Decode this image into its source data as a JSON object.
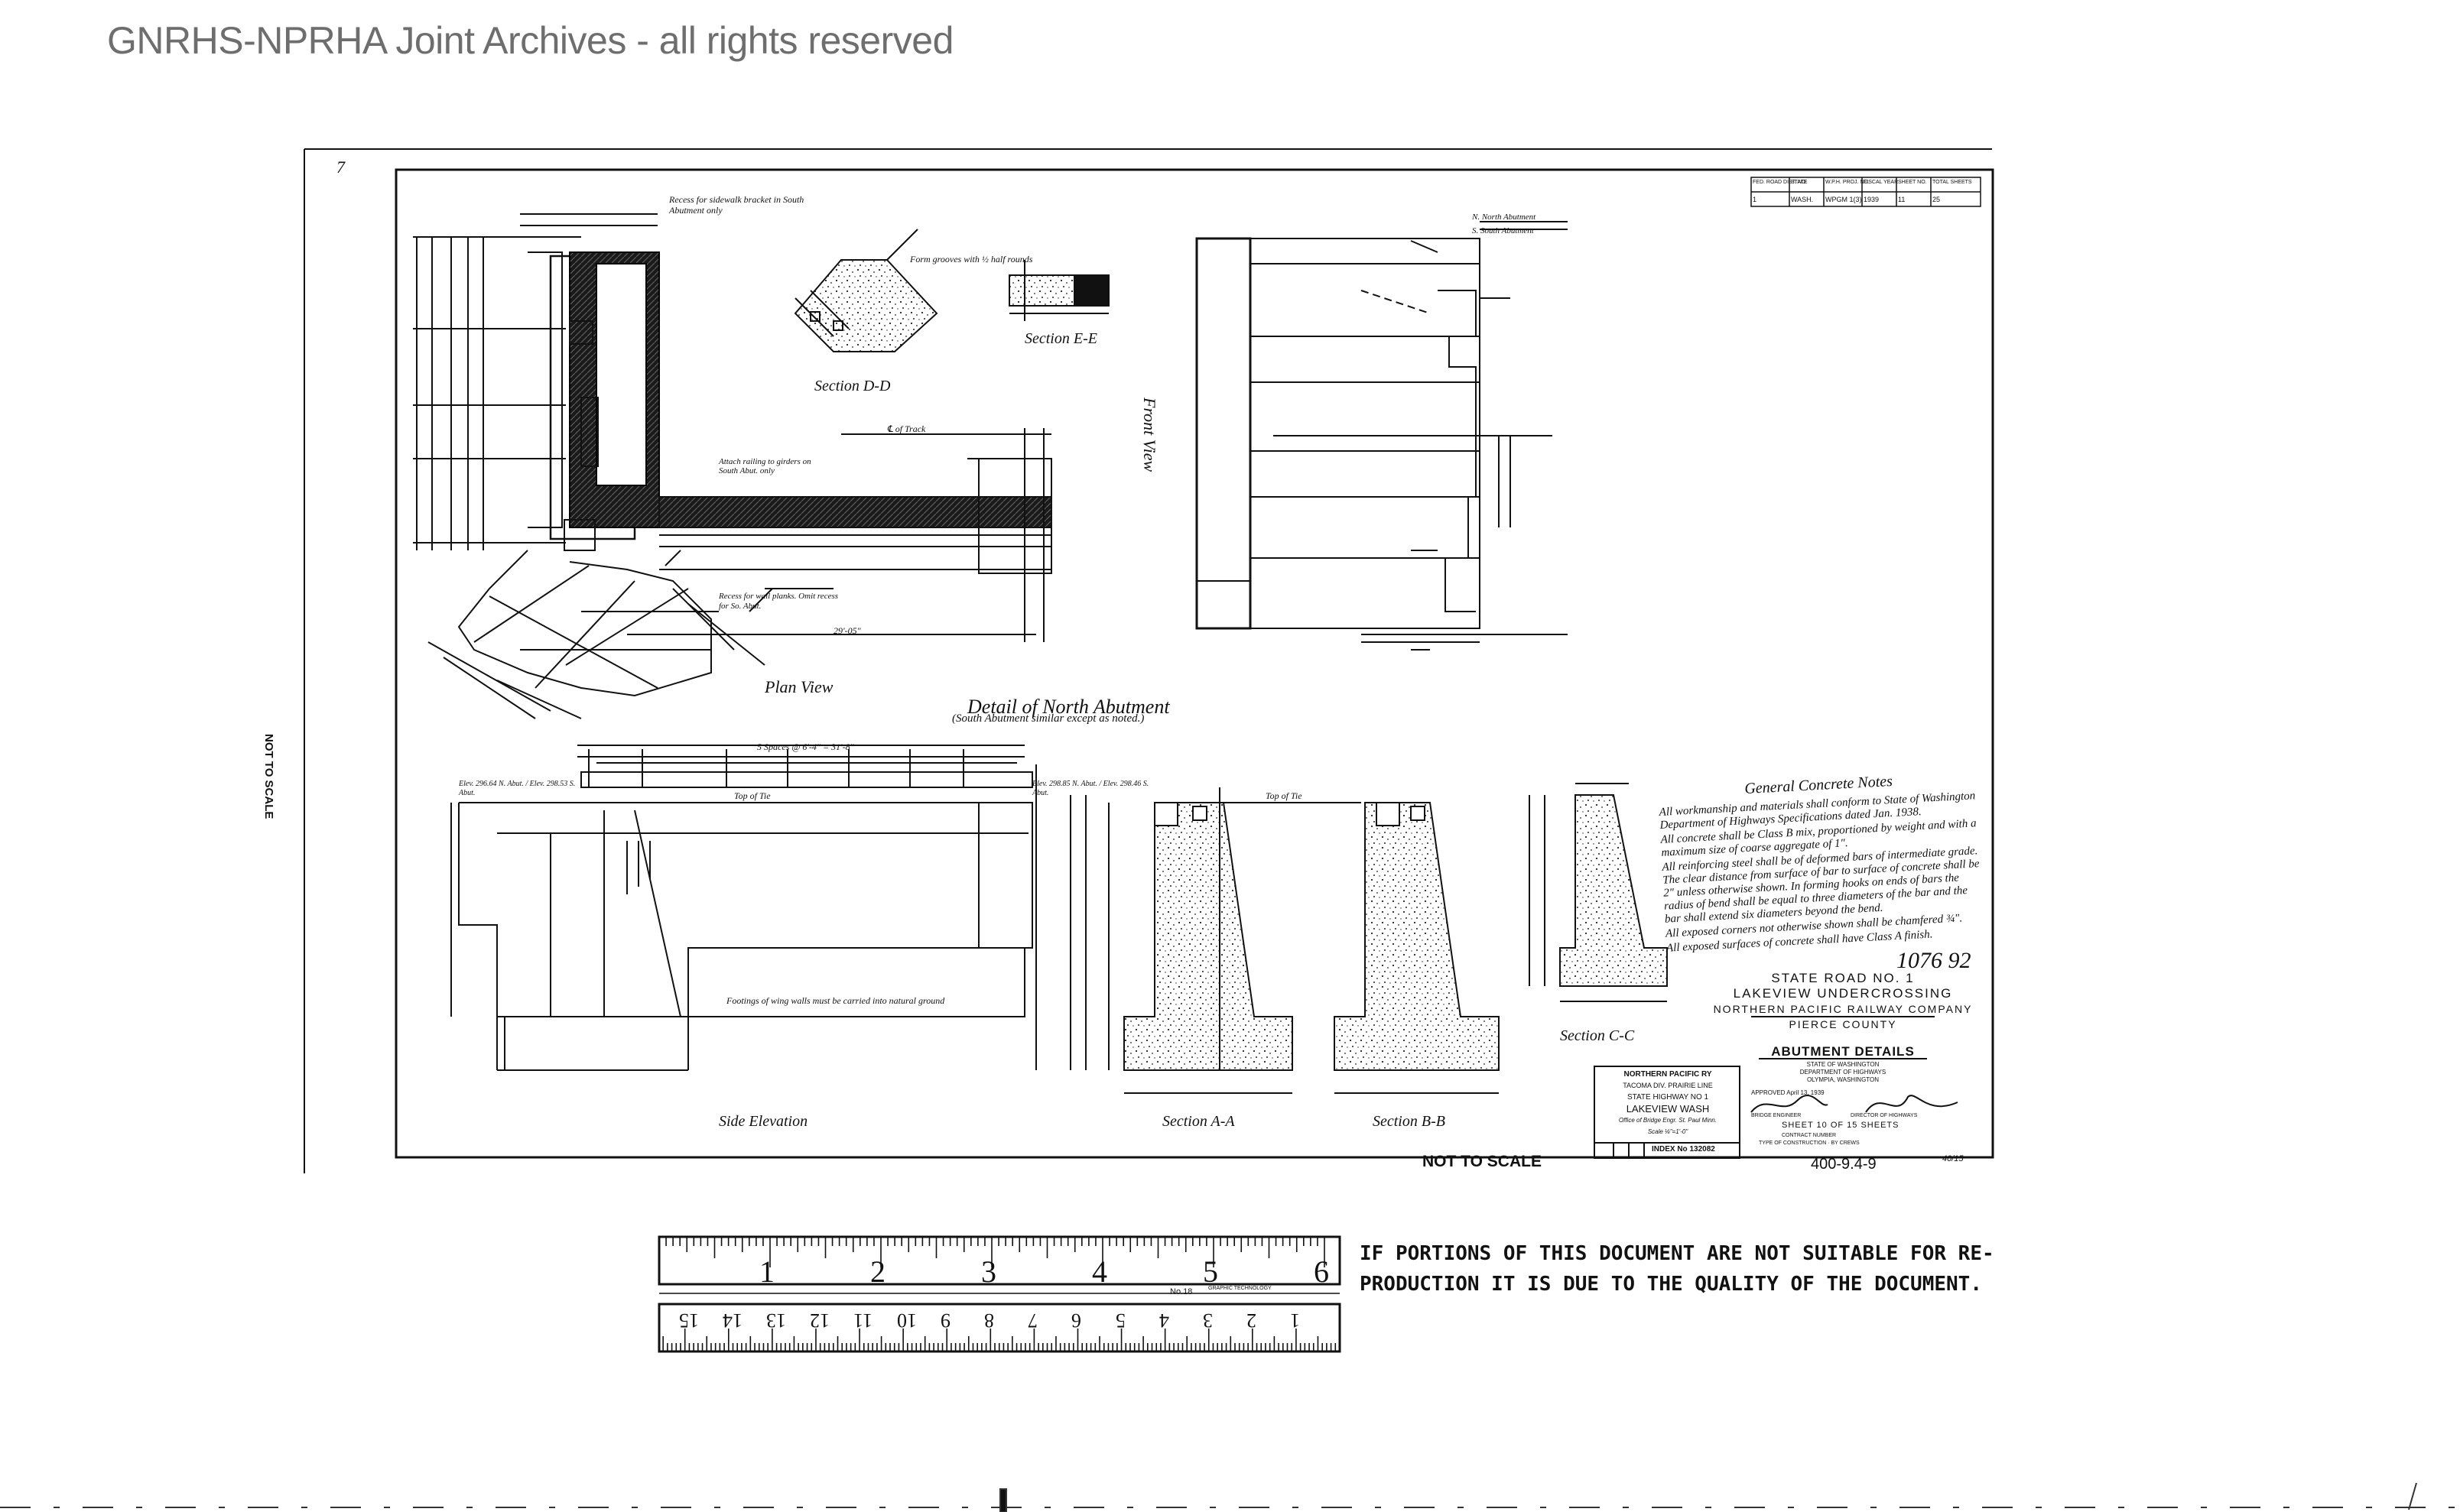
{
  "watermark": "GNRHS-NPRHA Joint Archives - all rights reserved",
  "margin_notes": {
    "sheet_corner_number": "7",
    "not_to_scale_side": "NOT TO SCALE",
    "not_to_scale_bottom": "NOT TO SCALE"
  },
  "views": {
    "plan_view": "Plan View",
    "front_view": "Front View",
    "section_dd": "Section D-D",
    "section_ee": "Section E-E",
    "detail_title": "Detail of North Abutment",
    "detail_subtitle": "(South Abutment similar except as noted.)",
    "side_elevation": "Side Elevation",
    "section_aa": "Section A-A",
    "section_bb": "Section B-B",
    "section_cc": "Section C-C"
  },
  "annotations": {
    "recess_note": "Recess for sidewalk bracket in South Abutment only",
    "form_grooves": "Form grooves with ½ half rounds",
    "track_cl": "℄ of Track",
    "hand_railing": "Attach railing to girders on South Abut. only",
    "recess_wall": "Recess for wall planks. Omit recess for So. Abut.",
    "north_abutment": "N. North Abutment",
    "south_abutment": "S. South Abutment",
    "footings_note": "Footings of wing walls must be carried into natural ground",
    "spaces": "5 Spaces @ 6'-4\" = 31'-8\"",
    "top_of_tie": "Top of Tie",
    "elev_left": "Elev. 296.64 N. Abut. / Elev. 298.53 S. Abut.",
    "elev_right": "Elev. 298.85 N. Abut. / Elev. 298.46 S. Abut.",
    "dim_plan": "29'-05\""
  },
  "general_notes": {
    "title": "General Concrete Notes",
    "items": [
      "All workmanship and materials shall conform to State of Washington Department of Highways Specifications dated Jan. 1938.",
      "All concrete shall be Class B mix, proportioned by weight and with a maximum size of coarse aggregate of 1\".",
      "All reinforcing steel shall be of deformed bars of intermediate grade. The clear distance from surface of bar to surface of concrete shall be 2\" unless otherwise shown. In forming hooks on ends of bars the radius of bend shall be equal to three diameters of the bar and the bar shall extend six diameters beyond the bend.",
      "All exposed corners not otherwise shown shall be chamfered ¾\".",
      "All exposed surfaces of concrete shall have Class A finish."
    ]
  },
  "drawing_number": "1076 92",
  "title_block": {
    "line1": "STATE ROAD NO. 1",
    "line2": "LAKEVIEW UNDERCROSSING",
    "line3": "NORTHERN PACIFIC RAILWAY COMPANY",
    "line4": "PIERCE COUNTY",
    "heading": "ABUTMENT DETAILS",
    "state": "STATE OF WASHINGTON",
    "dept": "DEPARTMENT OF HIGHWAYS",
    "city": "OLYMPIA, WASHINGTON",
    "approved": "APPROVED April 13, 1939",
    "bridge_engineer": "BRIDGE ENGINEER",
    "director": "DIRECTOR OF HIGHWAYS",
    "sheet": "SHEET 10 OF 15 SHEETS",
    "contract": "CONTRACT NUMBER",
    "type": "TYPE OF CONSTRUCTION · BY CREWS"
  },
  "railway_block": {
    "company": "NORTHERN PACIFIC RY",
    "division": "TACOMA DIV.   PRAIRIE LINE",
    "highway": "STATE HIGHWAY NO 1",
    "location": "LAKEVIEW WASH",
    "office": "Office of Bridge Engr. St. Paul Minn.",
    "scale": "Scale ⅛\"=1'-0\"",
    "index": "INDEX No 132082"
  },
  "header_table": {
    "headers": [
      "FED. ROAD DIST. NO.",
      "STATE",
      "W.P.H. PROJ. NO.",
      "FISCAL YEAR",
      "SHEET NO.",
      "TOTAL SHEETS"
    ],
    "values": [
      "1",
      "WASH.",
      "WPGM 1(3)",
      "1939",
      "11",
      "25"
    ]
  },
  "file_number": "400-9.4-9",
  "page_code": "40/15",
  "ruler": {
    "inches": [
      "1",
      "2",
      "3",
      "4",
      "5",
      "6"
    ],
    "centimeters": [
      "1",
      "2",
      "3",
      "4",
      "5",
      "6",
      "7",
      "8",
      "9",
      "10",
      "11",
      "12",
      "13",
      "14",
      "15"
    ],
    "model": "No.18",
    "maker": "GRAPHIC TECHNOLOGY"
  },
  "quality_stamp": {
    "line1": "IF PORTIONS OF THIS DOCUMENT ARE NOT SUITABLE FOR RE-",
    "line2": "PRODUCTION IT IS DUE TO THE QUALITY OF THE DOCUMENT."
  }
}
